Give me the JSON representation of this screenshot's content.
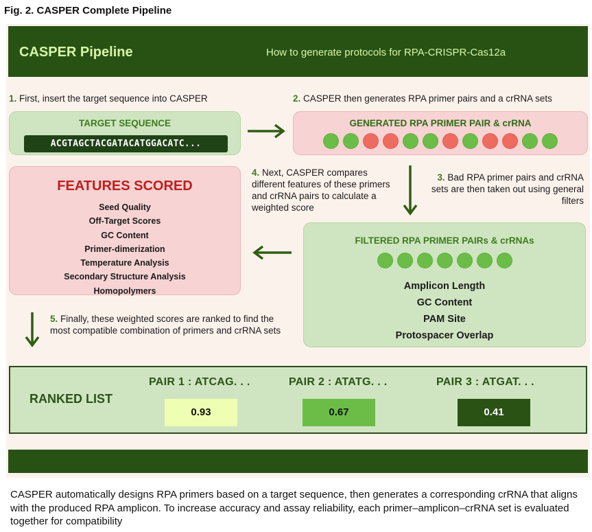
{
  "figure_title": "Fig. 2. CASPER Complete Pipeline",
  "header": {
    "title": "CASPER Pipeline",
    "subtitle": "How to generate protocols for RPA-CRISPR-Cas12a"
  },
  "steps": [
    {
      "num": "1.",
      "text": " First, insert the target sequence into CASPER"
    },
    {
      "num": "2.",
      "text": " CASPER then generates RPA primer pairs and a crRNA sets"
    },
    {
      "num": "3.",
      "text": " Bad RPA primer pairs and crRNA sets are then taken out using general filters"
    },
    {
      "num": "4.",
      "text": " Next, CASPER compares different features of these primers and crRNA pairs to calculate a weighted score"
    },
    {
      "num": "5.",
      "text": " Finally, these weighted scores are ranked to find the most compatible combination of primers and crRNA sets"
    }
  ],
  "target": {
    "label": "TARGET SEQUENCE",
    "sequence": "ACGTAGCTACGATACATGGACATC..."
  },
  "generated": {
    "label": "GENERATED RPA PRIMER PAIR & crRNA",
    "dots": [
      "green",
      "green",
      "red",
      "red",
      "green",
      "green",
      "red",
      "green",
      "red",
      "red",
      "green",
      "green"
    ]
  },
  "features": {
    "title": "FEATURES SCORED",
    "items": [
      "Seed Quality",
      "Off-Target Scores",
      "GC Content",
      "Primer-dimerization",
      "Temperature Analysis",
      "Secondary Structure Analysis",
      "Homopolymers"
    ]
  },
  "filtered": {
    "label": "FILTERED RPA PRIMER PAIRs & crRNAs",
    "dots": 7,
    "items": [
      "Amplicon Length",
      "GC Content",
      "PAM Site",
      "Protospacer Overlap"
    ]
  },
  "ranked": {
    "label": "RANKED LIST",
    "pairs": [
      {
        "label": "PAIR 1 : ATCAG. . .",
        "score": "0.93",
        "bg": "#eeffb3",
        "fg": "#111111"
      },
      {
        "label": "PAIR 2 : ATATG. . .",
        "score": "0.67",
        "bg": "#6bbd48",
        "fg": "#111111"
      },
      {
        "label": "PAIR 3 : ATGAT. . .",
        "score": "0.41",
        "bg": "#2a5215",
        "fg": "#ffffff"
      }
    ]
  },
  "colors": {
    "dark_green": "#275214",
    "dot_green": "#6bbd48",
    "dot_red": "#ee6b60",
    "arrow": "#2f5e12"
  },
  "caption": "CASPER automatically designs RPA primers based on a target sequence, then generates a corresponding crRNA that aligns with the produced RPA amplicon. To increase accuracy and assay reliability, each primer–amplicon–crRNA set is evaluated together for compatibility"
}
